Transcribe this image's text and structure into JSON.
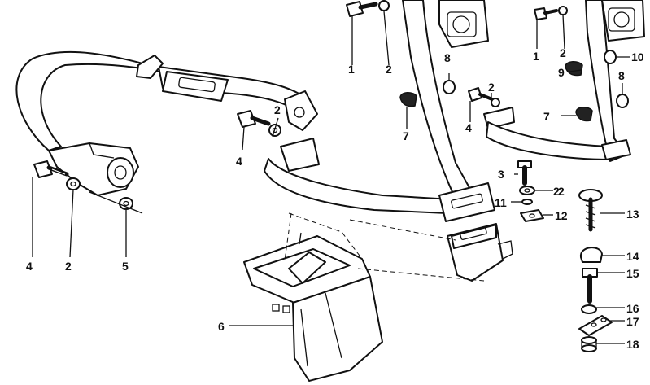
{
  "diagram": {
    "callouts": [
      "1",
      "2",
      "2",
      "1",
      "2",
      "10",
      "8",
      "9",
      "8",
      "2",
      "2",
      "7",
      "4",
      "7",
      "4",
      "3",
      "2",
      "11",
      "13",
      "12",
      "4",
      "2",
      "5",
      "14",
      "15",
      "16",
      "17",
      "6",
      "18"
    ]
  }
}
